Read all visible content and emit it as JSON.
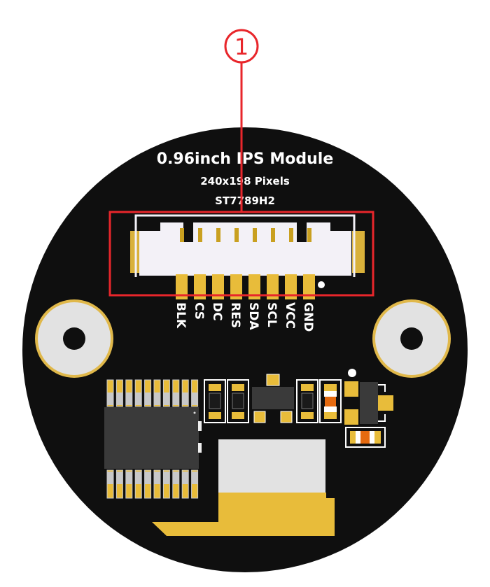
{
  "callout": {
    "number": "1",
    "color": "#e8262b"
  },
  "board": {
    "title": "0.96inch IPS Module",
    "resolution": "240x198 Pixels",
    "driver": "ST7789H2",
    "pins": [
      "BLK",
      "CS",
      "DC",
      "RES",
      "SDA",
      "SCL",
      "VCC",
      "GND"
    ]
  },
  "colors": {
    "board": "#0f0f0f",
    "gold": "#e8bc3a",
    "connector": "#f3f1f7",
    "chip": "#3a3a3a",
    "flex": "#e2e2e2",
    "orange": "#e56a10"
  }
}
